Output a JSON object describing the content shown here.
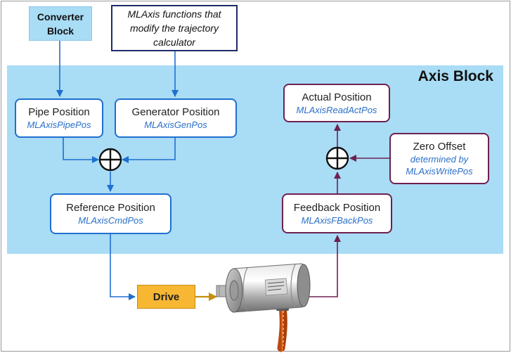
{
  "converter_block": {
    "label": "Converter Block"
  },
  "note": {
    "text": "MLAxis functions that modify the trajectory calculator"
  },
  "axis_block": {
    "title": "Axis Block"
  },
  "pipe_position": {
    "title": "Pipe Position",
    "function": "MLAxisPipePos"
  },
  "generator_position": {
    "title": "Generator Position",
    "function": "MLAxisGenPos"
  },
  "reference_position": {
    "title": "Reference Position",
    "function": "MLAxisCmdPos"
  },
  "actual_position": {
    "title": "Actual Position",
    "function": "MLAxisReadActPos"
  },
  "zero_offset": {
    "title": "Zero Offset",
    "line1": "determined by",
    "line2": "MLAxisWritePos"
  },
  "feedback_position": {
    "title": "Feedback Position",
    "function": "MLAxisFBackPos"
  },
  "drive": {
    "label": "Drive"
  },
  "colors": {
    "command_path": "#1f6fd0",
    "feedback_path": "#6e2150",
    "drive_fill": "#f7b733",
    "drive_arrow": "#c58f10",
    "axis_panel": "#a9dcf5",
    "note_border": "#1f2a6b"
  },
  "icons": {
    "summing_junction": "circle-plus-icon",
    "motor": "motor-encoder-icon"
  }
}
